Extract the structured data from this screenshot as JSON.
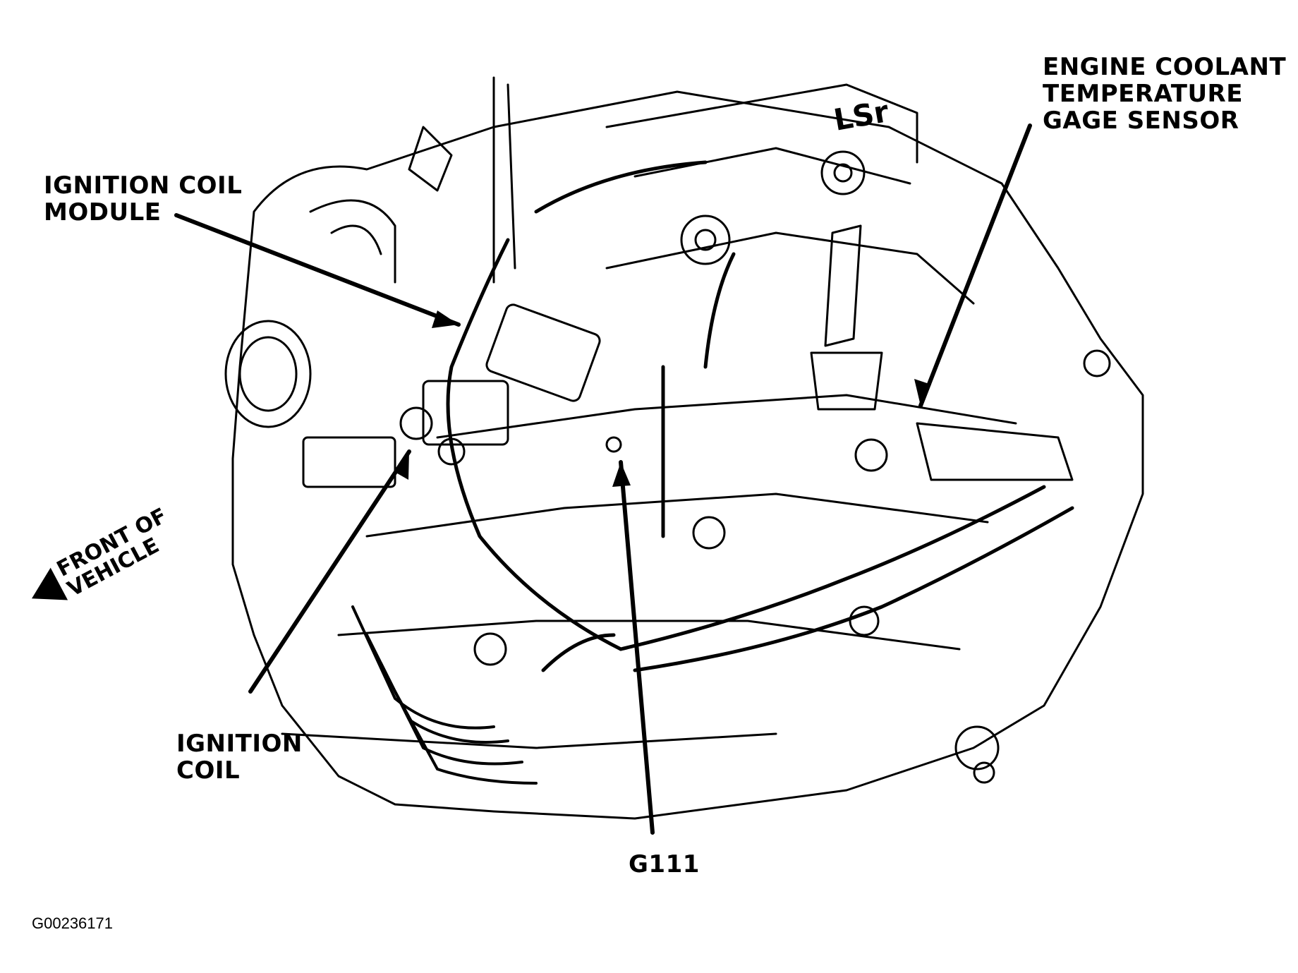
{
  "labels": {
    "ignition_coil_module": [
      "IGNITION COIL",
      "MODULE"
    ],
    "engine_coolant_sensor": [
      "ENGINE COOLANT",
      "TEMPERATURE",
      "GAGE SENSOR"
    ],
    "ignition_coil": [
      "IGNITION",
      "COIL"
    ],
    "ground": "G111",
    "front_of_vehicle": [
      "FRONT OF",
      "VEHICLE"
    ],
    "engine_emblem": "LSr"
  },
  "figure_id": "G00236171",
  "colors": {
    "ink": "#000000",
    "paper": "#ffffff"
  }
}
